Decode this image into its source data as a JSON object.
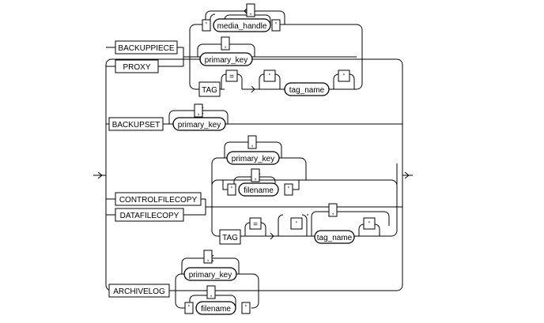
{
  "diagram": {
    "keywords": {
      "backuppiece": "BACKUPPIECE",
      "proxy": "PROXY",
      "backupset": "BACKUPSET",
      "controlfilecopy": "CONTROLFILECOPY",
      "datafilecopy": "DATAFILECOPY",
      "archivelog": "ARCHIVELOG",
      "tag": "TAG"
    },
    "variables": {
      "media_handle": "media_handle",
      "primary_key": "primary_key",
      "tag_name": "tag_name",
      "filename": "filename"
    },
    "symbols": {
      "comma": ",",
      "quote": "'",
      "equals": "="
    }
  }
}
